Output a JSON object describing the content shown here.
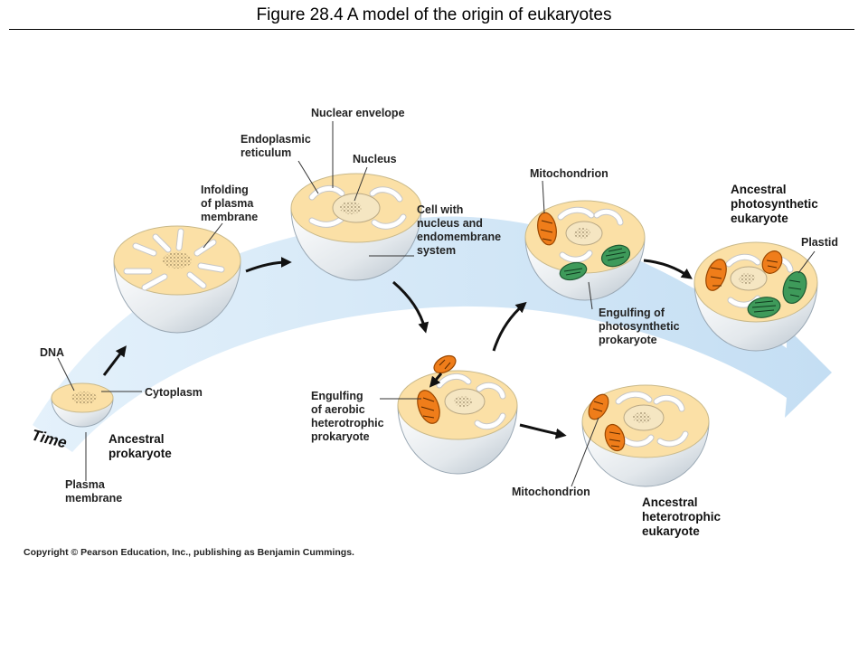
{
  "title": "Figure 28.4  A model of the origin of eukaryotes",
  "labels": {
    "dna": "DNA",
    "cytoplasm": "Cytoplasm",
    "plasma_membrane": [
      "Plasma",
      "membrane"
    ],
    "ancestral_prokaryote": [
      "Ancestral",
      "prokaryote"
    ],
    "time": "Time",
    "infolding": [
      "Infolding",
      "of plasma",
      "membrane"
    ],
    "endoplasmic_reticulum": [
      "Endoplasmic",
      "reticulum"
    ],
    "nuclear_envelope": "Nuclear envelope",
    "nucleus": "Nucleus",
    "cell_with_nucleus": [
      "Cell with",
      "nucleus and",
      "endomembrane",
      "system"
    ],
    "engulfing_aerobic": [
      "Engulfing",
      "of aerobic",
      "heterotrophic",
      "prokaryote"
    ],
    "mitochondrion_top": "Mitochondrion",
    "engulfing_photosynthetic": [
      "Engulfing of",
      "photosynthetic",
      "prokaryote"
    ],
    "ancestral_photosynthetic": [
      "Ancestral",
      "photosynthetic",
      "eukaryote"
    ],
    "plastid": "Plastid",
    "mitochondrion_bottom": "Mitochondrion",
    "ancestral_heterotrophic": [
      "Ancestral",
      "heterotrophic",
      "eukaryote"
    ]
  },
  "copyright": "Copyright © Pearson Education, Inc., publishing as Benjamin Cummings.",
  "colors": {
    "time_band": "#cfe6f7",
    "cytoplasm": "#fbe0a6",
    "mitochondrion": "#ef7d1a",
    "plastid": "#3e9a5a"
  }
}
